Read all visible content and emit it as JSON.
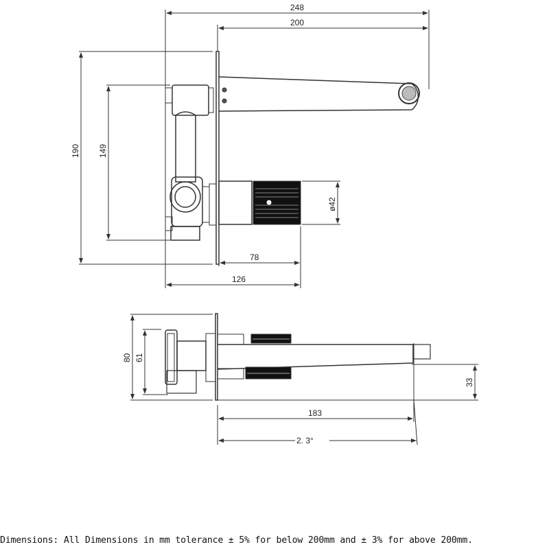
{
  "top_view": {
    "dims": {
      "overall_length": "248",
      "spout_length": "200",
      "plate_height": "190",
      "body_height": "149",
      "handle_diameter": "ø42",
      "handle_projection": "78",
      "body_to_handle": "126"
    }
  },
  "side_view": {
    "dims": {
      "plate_height": "80",
      "body_height": "61",
      "spout_reach": "183",
      "spout_angle": "2. 3°",
      "outlet_height": "33"
    }
  },
  "footer": {
    "note": "Dimensions: All Dimensions in mm tolerance ± 5% for below 200mm and ± 3% for above 200mm."
  }
}
